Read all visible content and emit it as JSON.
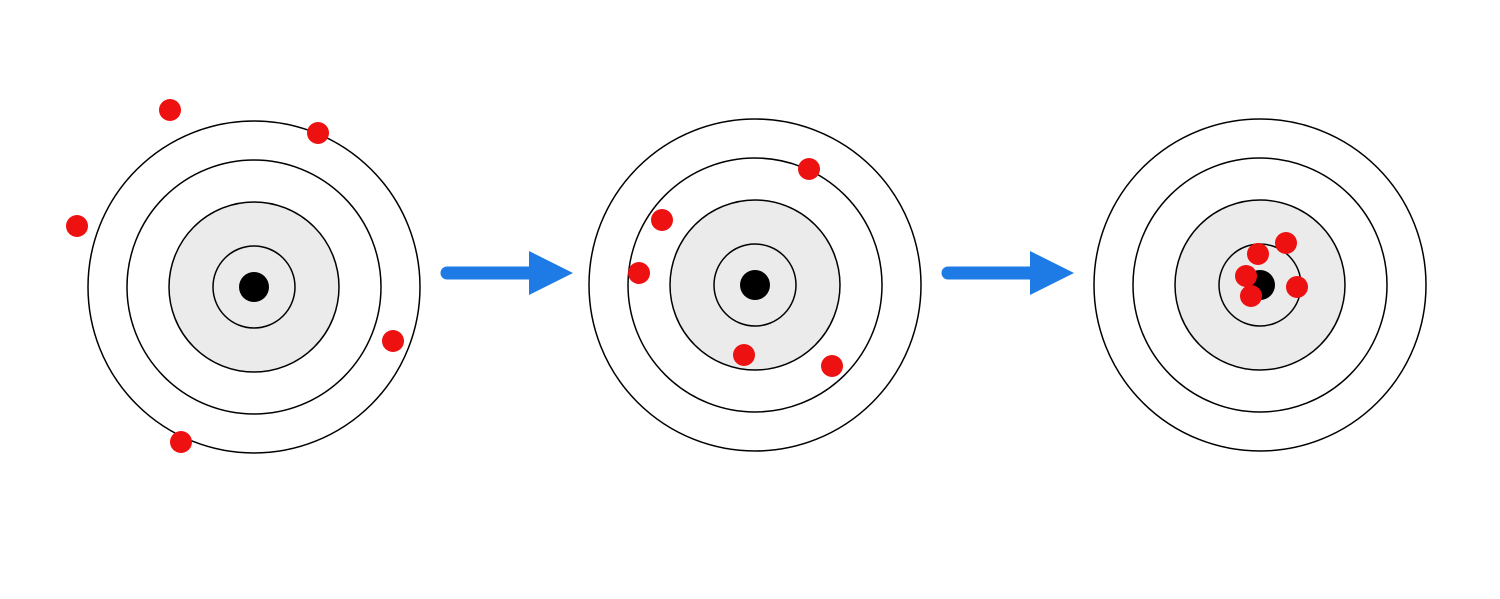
{
  "colors": {
    "background": "#ffffff",
    "ring_stroke": "#000000",
    "inner_fill": "#ebebeb",
    "bullseye": "#000000",
    "hit": "#ee1111",
    "arrow": "#1e7be6"
  },
  "targets": [
    {
      "name": "target-1",
      "hit_count": 5
    },
    {
      "name": "target-2",
      "hit_count": 5
    },
    {
      "name": "target-3",
      "hit_count": 5
    }
  ],
  "arrows": [
    {
      "name": "arrow-1",
      "icon": "right-arrow-icon"
    },
    {
      "name": "arrow-2",
      "icon": "right-arrow-icon"
    }
  ]
}
